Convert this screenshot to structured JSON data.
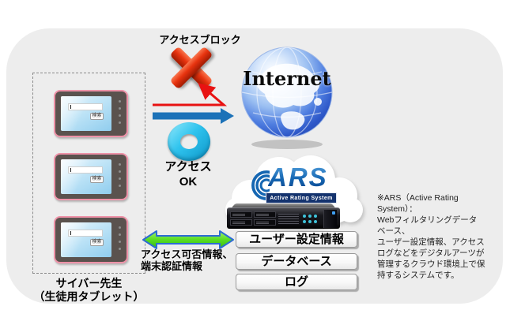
{
  "labels": {
    "access_block": "アクセスブロック",
    "internet": "Internet",
    "access_ok_line1": "アクセス",
    "access_ok_line2": "OK",
    "sync_line1": "アクセス可否情報、",
    "sync_line2": "端末認証情報",
    "caption_line1": "サイバー先生",
    "caption_line2": "（生徒用タブレット）"
  },
  "tablet": {
    "search_input_value": "",
    "search_button_label": "検索"
  },
  "ars": {
    "name": "ARS",
    "subtitle": "Active Rating System"
  },
  "boxes": [
    "ユーザー設定情報",
    "データベース",
    "ログ"
  ],
  "note": {
    "text": "※ARS（Active Rating System）：\nWebフィルタリングデータ\nベース、\nユーザー設定情報、アクセス\nログなどをデジタルアーツが\n管理するクラウド環境上で保\n持するシステムです。"
  },
  "colors": {
    "panel_bg": "#ededed",
    "blocked_arrow": "#e81212",
    "allowed_arrow": "#1c72b8",
    "sync_arrow_fill": "#57dd22",
    "sync_arrow_outline": "#2d6bd4",
    "access_ok_ring": "#2fc3ee",
    "block_x": "#e7330f",
    "ars_blue": "#1467b4"
  }
}
